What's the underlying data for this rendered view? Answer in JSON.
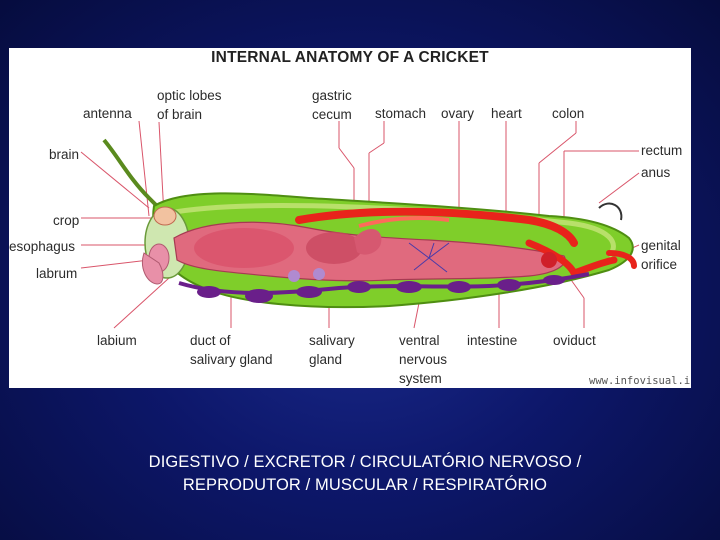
{
  "figure": {
    "title": "INTERNAL ANATOMY OF A CRICKET",
    "labels": {
      "antenna": "antenna",
      "optic_lobes": "optic lobes\nof brain",
      "gastric_cecum": "gastric\ncecum",
      "stomach": "stomach",
      "ovary": "ovary",
      "heart": "heart",
      "colon": "colon",
      "brain": "brain",
      "rectum": "rectum",
      "anus": "anus",
      "crop": "crop",
      "esophagus": "esophagus",
      "labrum": "labrum",
      "genital_orifice": "genital\norifice",
      "labium": "labium",
      "duct_of_salivary_gland": "duct of\nsalivary gland",
      "salivary_gland": "salivary\ngland",
      "ventral_nervous_system": "ventral\nnervous\nsystem",
      "intestine": "intestine",
      "oviduct": "oviduct"
    },
    "watermark": "www.infovisual.info"
  },
  "caption": "DIGESTIVO / EXCRETOR / CIRCULATÓRIO NERVOSO /\nREPRODUTOR / MUSCULAR / RESPIRATÓRIO",
  "colors": {
    "slide_background": "#0d176a",
    "body_green": "#7fce2a",
    "digestive_pink": "#e06a7e",
    "heart_red": "#e8231b",
    "nerve_purple": "#6a1f8a",
    "leader_lines": "#d9556a"
  }
}
